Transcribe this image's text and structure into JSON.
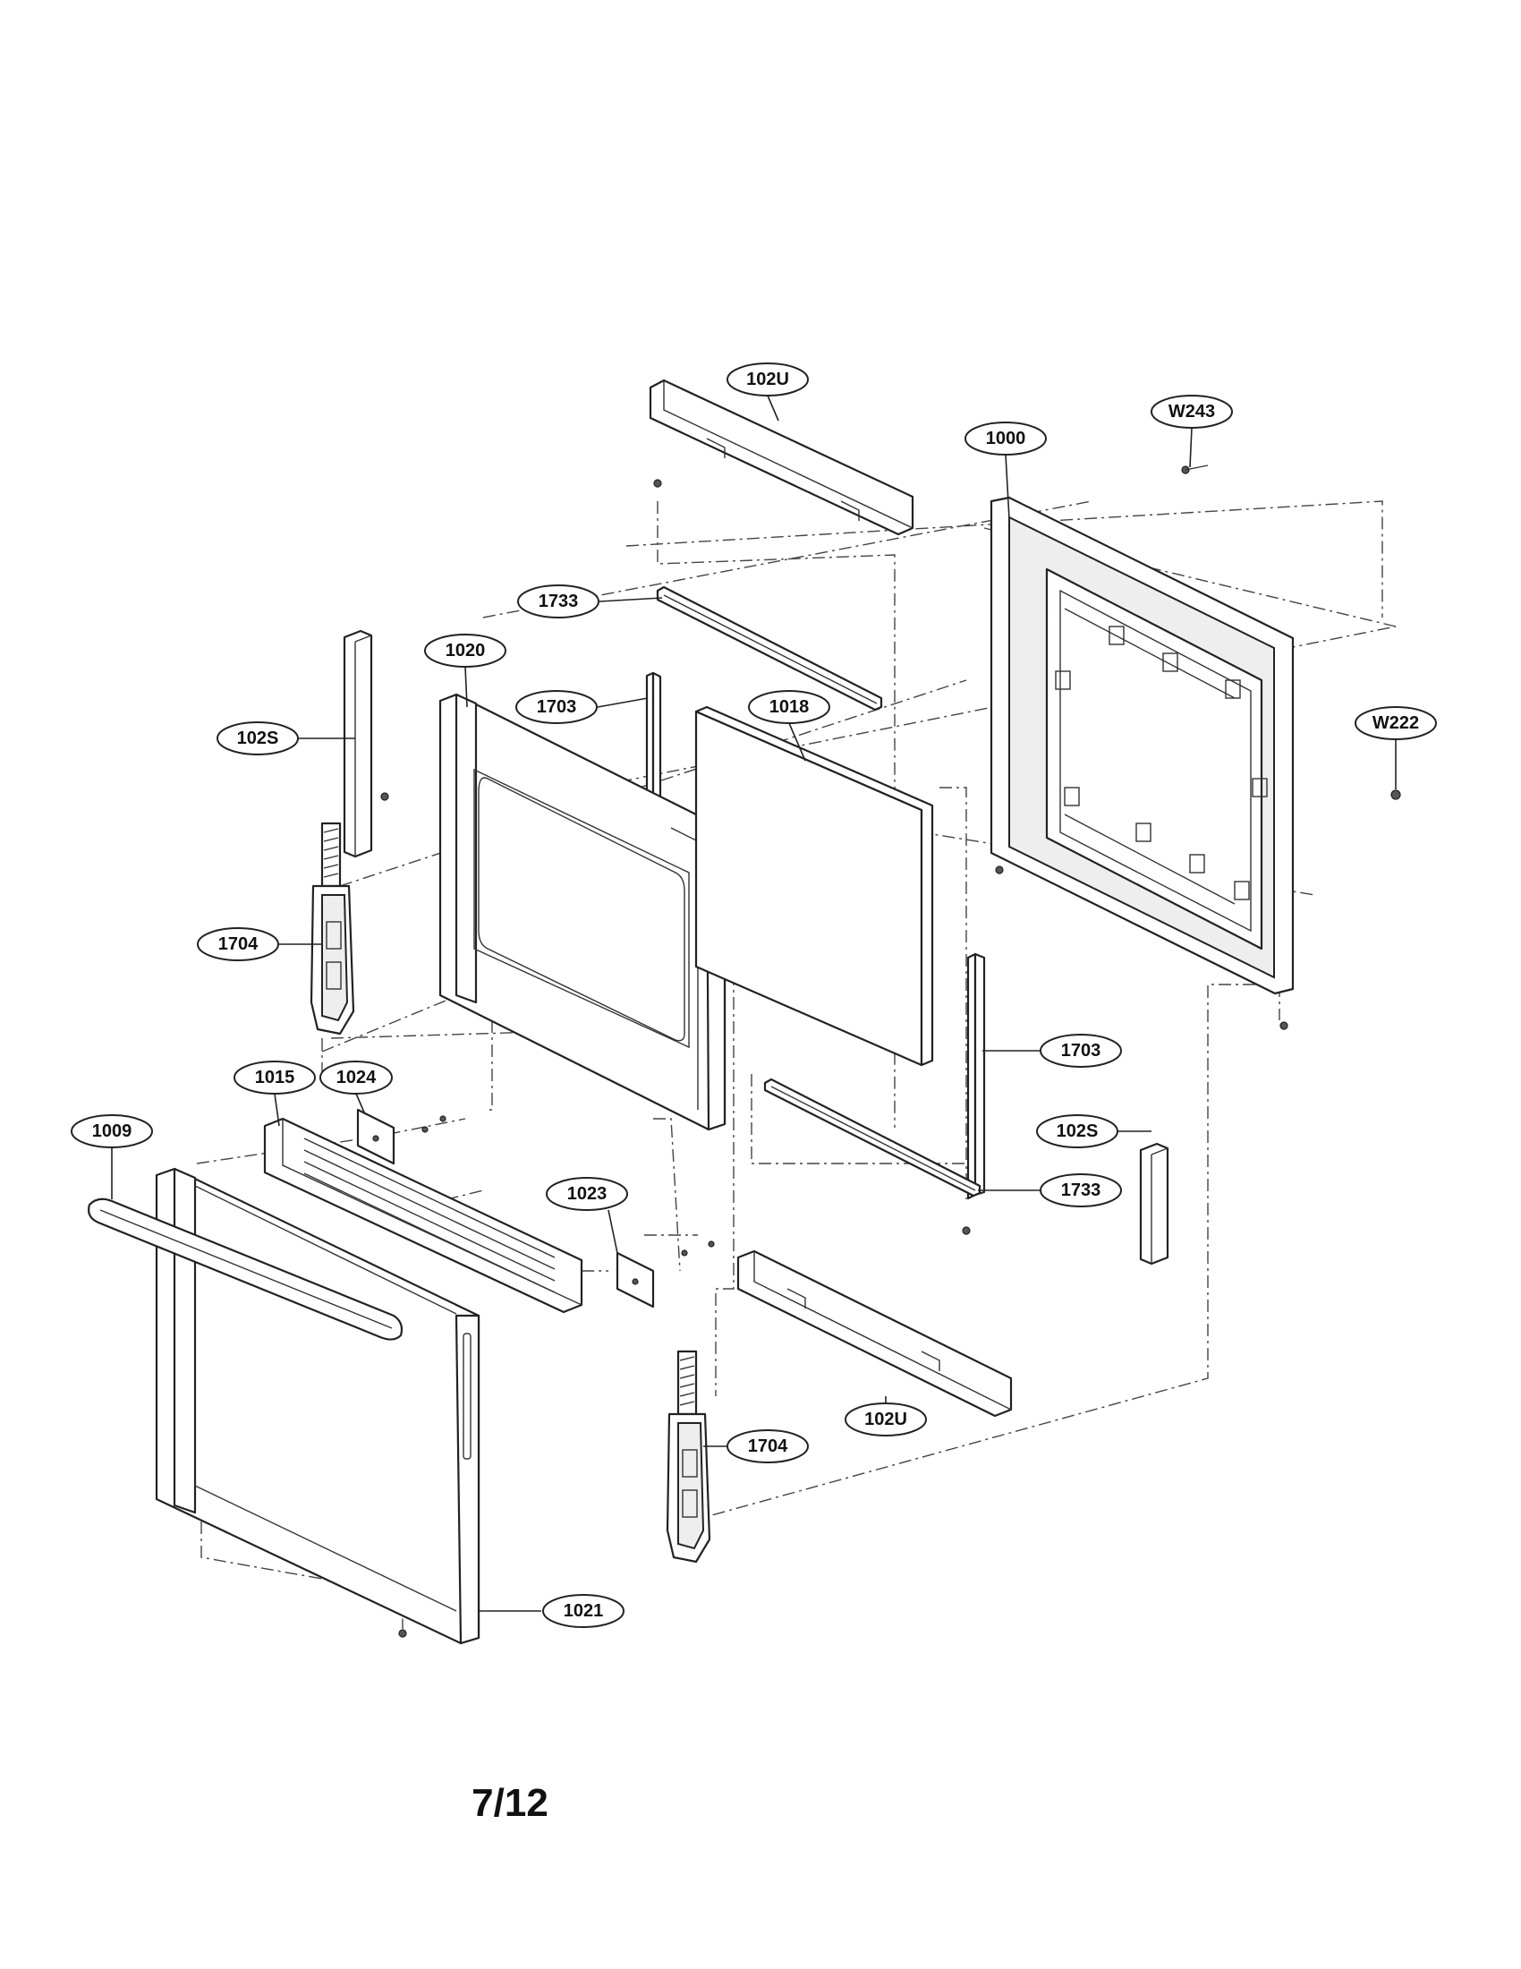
{
  "diagram": {
    "callouts": [
      {
        "label": "102U"
      },
      {
        "label": "W243"
      },
      {
        "label": "1000"
      },
      {
        "label": "1733"
      },
      {
        "label": "1020"
      },
      {
        "label": "1703"
      },
      {
        "label": "1018"
      },
      {
        "label": "102S"
      },
      {
        "label": "W222"
      },
      {
        "label": "1704"
      },
      {
        "label": "1703"
      },
      {
        "label": "1015"
      },
      {
        "label": "1024"
      },
      {
        "label": "102S"
      },
      {
        "label": "1009"
      },
      {
        "label": "1023"
      },
      {
        "label": "1733"
      },
      {
        "label": "102U"
      },
      {
        "label": "1704"
      },
      {
        "label": "1021"
      }
    ]
  },
  "page_number": "7/12"
}
